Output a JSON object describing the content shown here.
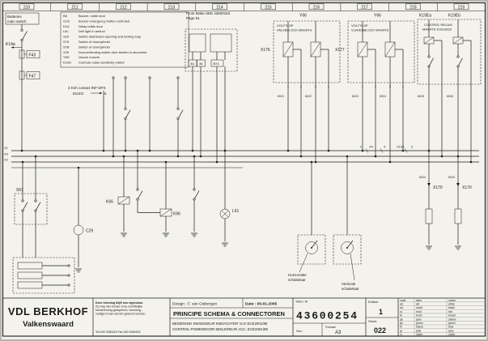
{
  "colors": {
    "paper": "#f3f2ec",
    "ink": "#1c1c1c",
    "background": "#b6b5af"
  },
  "ruler": {
    "zones": [
      "210",
      "211",
      "212",
      "213",
      "214",
      "215",
      "216",
      "217",
      "218",
      "219"
    ]
  },
  "legend": {
    "rows": [
      {
        "code": "B6",
        "desc": "Buzzer, midle door"
      },
      {
        "code": "G1S",
        "desc": "Buzzer emergency button controled"
      },
      {
        "code": "K1A",
        "desc": "Delay relais door"
      },
      {
        "code": "L6L",
        "desc": "Dell light in airduct"
      },
      {
        "code": "S16",
        "desc": "Switch dashboard opening and locking loop"
      },
      {
        "code": "S76",
        "desc": "Switch of doorcylinder"
      },
      {
        "code": "S7B",
        "desc": "Switch of doorcylinder"
      },
      {
        "code": "X29",
        "desc": "Doorverbinding switch door-bedien in stuurvloer"
      },
      {
        "code": "Y6S",
        "desc": "Vacum muscle"
      },
      {
        "code": "K19S",
        "desc": "Controle relais sensitivity rubber"
      }
    ]
  },
  "battery": {
    "title1": "Batteries",
    "title2": "main switch",
    "k14a": "K14a",
    "f43": "F43",
    "f47": "F47"
  },
  "note": {
    "line1": "3 Knh contact INF-DFS",
    "line2": "INLEG",
    "pin": "6"
  },
  "front": {
    "title": "Front  Make SEE 43600163",
    "page": "Page 81",
    "pin1": "B1",
    "pin2": "36",
    "pin3": "B74"
  },
  "block1": {
    "tag": "Y66",
    "title1": "VOLT'S OP",
    "title2": "VALVEBLOCK MASATS",
    "conn": "X176",
    "pins": [
      "1",
      "2",
      "3",
      "4"
    ]
  },
  "block2": {
    "tag": "Y66",
    "title1": "VOLT'S OP",
    "title2": "VLAVENBLOCK MASATS",
    "conn": "X177",
    "pins": [
      "1",
      "2",
      "3",
      "4"
    ]
  },
  "block3": {
    "tag_a": "K19Ea",
    "tag_b": "K19Eb",
    "title1": "CONTROL RELAIS",
    "title2": "MASATS 4291SA20"
  },
  "buses": {
    "left1": "X1",
    "left2": "X3",
    "left3": "X2",
    "mid1": "X4",
    "mid2": "X105",
    "pin_a": "2",
    "pin_b": "4",
    "pin_c": "9"
  },
  "wires": {
    "w6021": "6021",
    "w6022": "6022",
    "w6023": "6023",
    "w6024": "6024",
    "w6025": "6025",
    "w6026": "6026",
    "r6023": "6023",
    "r6024": "6024"
  },
  "components": {
    "s61": "S61",
    "c29": "C29",
    "k66": "K66",
    "k96": "K96",
    "l61": "L61",
    "x170a": "X170",
    "x170b": "X170"
  },
  "switches": {
    "h1": "Horizontale",
    "h2": "schakelaar",
    "v1": "Verticale",
    "v2": "schakelaar"
  },
  "titleblock": {
    "company": "VDL BERKHOF",
    "city": "Valkenswaard",
    "disclaimer": [
      "Deze tekening blijft ons eigendom.",
      "Zij mag niet zonder onze schriftelijke",
      "toestemming gekopieerd, vermenig-",
      "vuldigd of aan derden getoond worden.",
      "Tel.040 2080424  Fax.040 2080433"
    ],
    "design": "Design : F. van Gisbergen",
    "date": "Date : 06-01-2005",
    "title": "PRINCIPE SCHEMA & CONNECTOREN",
    "subtitle1": "BEDIENING SWINGDEUR MID/ACHTER VLG ECE2001/85",
    "subtitle2": "CONTROL POWERDOOR MIDLE/REAR ACC. ECE2001/85",
    "number_label": "Teken. Nr",
    "number": "43600254",
    "edition_label": "Edition:",
    "edition": "1",
    "sec_label": "Sec:",
    "format_label": "Formaat",
    "format": "A3",
    "sheet_label": "Sheet",
    "sheet": "022",
    "codes": {
      "header": [
        "code",
        "kleur",
        "colour"
      ],
      "rows": [
        [
          "ws",
          "wit",
          "white"
        ],
        [
          "sw",
          "zwart",
          "black"
        ],
        [
          "ro",
          "rood",
          "red"
        ],
        [
          "br",
          "bruin",
          "brown"
        ],
        [
          "ge",
          "geel",
          "yellow"
        ],
        [
          "gn",
          "groen",
          "green"
        ],
        [
          "bl",
          "blauw",
          "blue"
        ],
        [
          "gr",
          "grijs",
          "grey"
        ],
        [
          "vi",
          "violet",
          "violet"
        ]
      ]
    }
  }
}
